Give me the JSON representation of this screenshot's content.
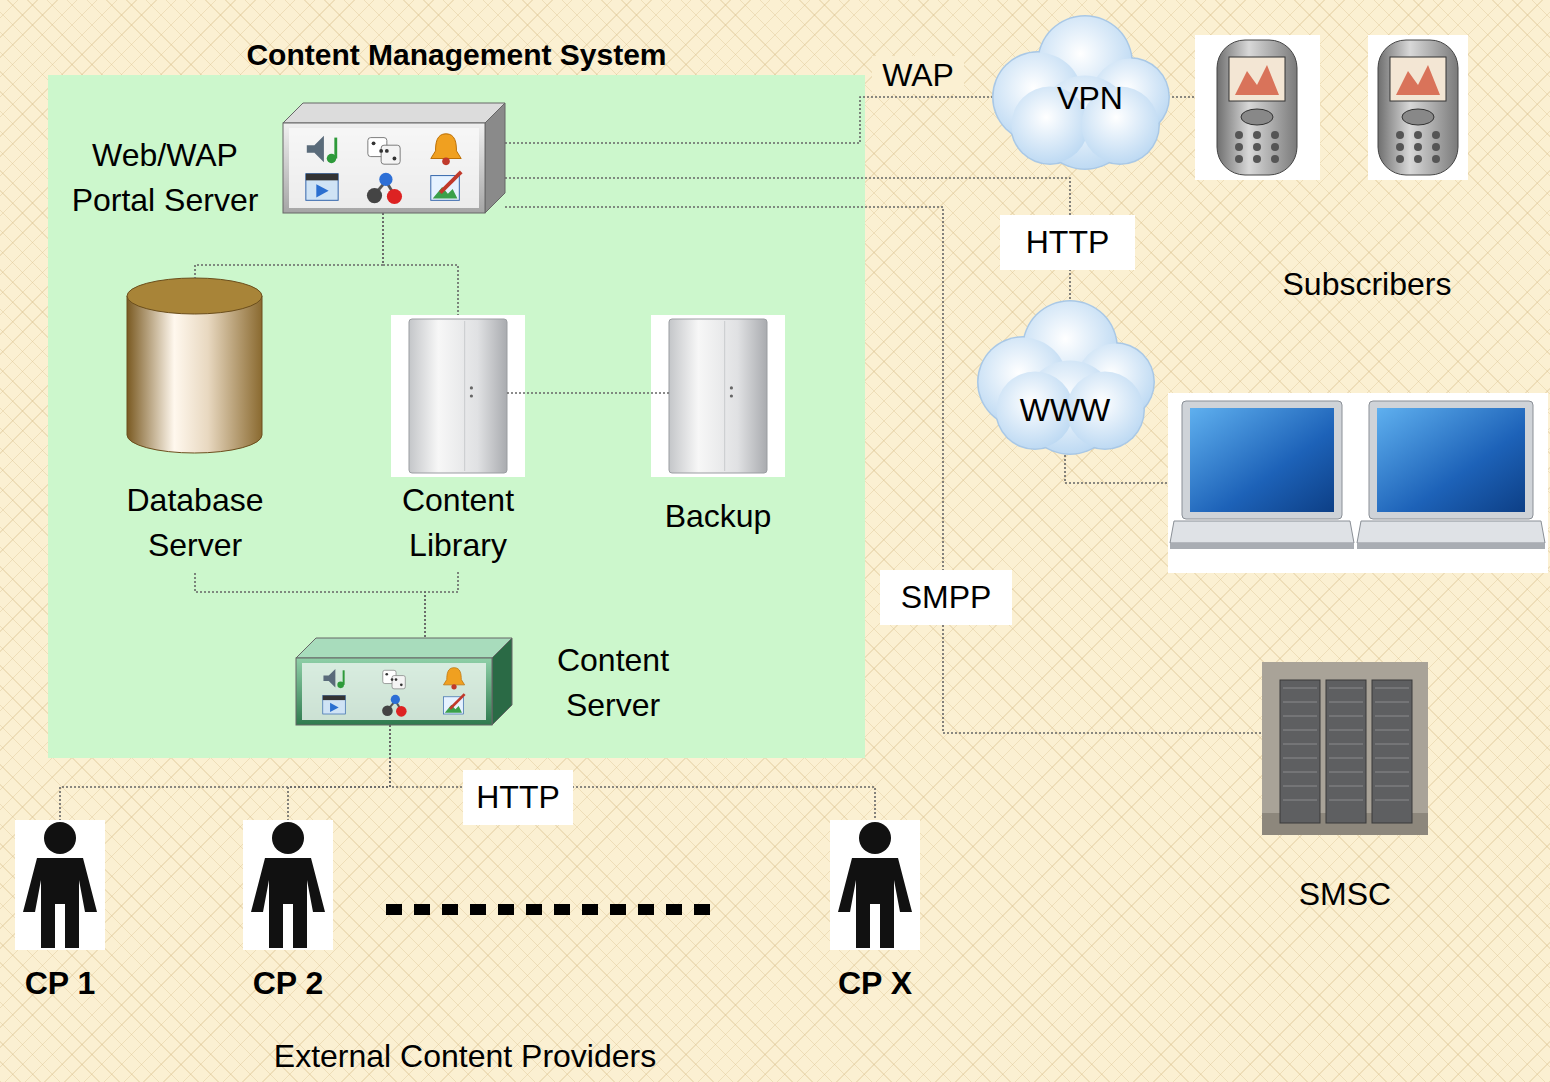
{
  "diagram": {
    "nodes": [
      {
        "text": [
          "Content Management System"
        ]
      },
      {
        "text": [
          "Web/WAP Portal Server"
        ],
        "in": 0
      },
      {
        "text": [
          "Database Server"
        ],
        "in": 0
      },
      {
        "text": [
          "Content Library"
        ],
        "in": 0
      },
      {
        "text": [
          "Backup"
        ],
        "in": 0
      },
      {
        "text": [
          "Content Server"
        ],
        "in": 0
      },
      {
        "text": [
          "VPN"
        ]
      },
      {
        "text": [
          "WWW"
        ]
      },
      {
        "text": [
          "SMSC"
        ]
      },
      {
        "text": [
          "CP 1"
        ]
      },
      {
        "text": [
          "CP 2"
        ]
      },
      {
        "text": [
          "CP X"
        ]
      }
    ],
    "edges": [
      {
        "from": 1,
        "to": 6,
        "arrow": "none",
        "label": "WAP"
      },
      {
        "from": 1,
        "to": 7,
        "arrow": "none",
        "label": "HTTP"
      },
      {
        "from": 1,
        "to": 8,
        "arrow": "none",
        "label": "SMPP"
      },
      {
        "from": 1,
        "to": 2,
        "arrow": "none"
      },
      {
        "from": 1,
        "to": 3,
        "arrow": "none"
      },
      {
        "from": 3,
        "to": 4,
        "arrow": "none"
      },
      {
        "from": 2,
        "to": 5,
        "arrow": "none"
      },
      {
        "from": 3,
        "to": 5,
        "arrow": "none"
      },
      {
        "from": 5,
        "to": 9,
        "arrow": "none"
      },
      {
        "from": 5,
        "to": 10,
        "arrow": "none"
      },
      {
        "from": 5,
        "to": 11,
        "arrow": "none",
        "label": "HTTP"
      }
    ],
    "labels": [
      "Subscribers",
      "External Content Providers"
    ]
  }
}
